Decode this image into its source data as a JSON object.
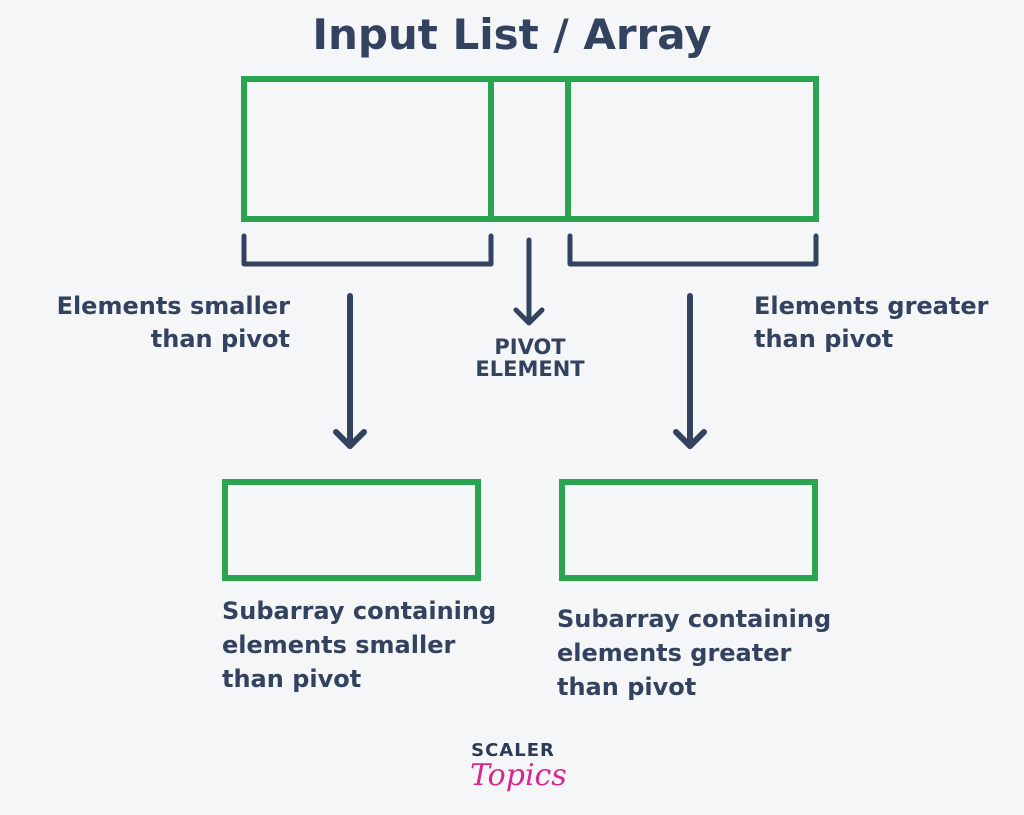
{
  "title": "Input List / Array",
  "labels": {
    "left_line1": "Elements smaller",
    "left_line2": "than pivot",
    "right_line1": "Elements greater",
    "right_line2": "than pivot",
    "pivot_line1": "PIVOT",
    "pivot_line2": "ELEMENT",
    "sub_left_line1": "Subarray containing",
    "sub_left_line2": "elements smaller",
    "sub_left_line3": "than pivot",
    "sub_right_line1": "Subarray containing",
    "sub_right_line2": "elements greater",
    "sub_right_line3": "than pivot"
  },
  "logo": {
    "brand": "SCALER",
    "product": "Topics"
  },
  "colors": {
    "box_stroke": "#2aa44f",
    "arrow": "#33425f",
    "text": "#33425f",
    "logo_accent": "#d9268b"
  }
}
